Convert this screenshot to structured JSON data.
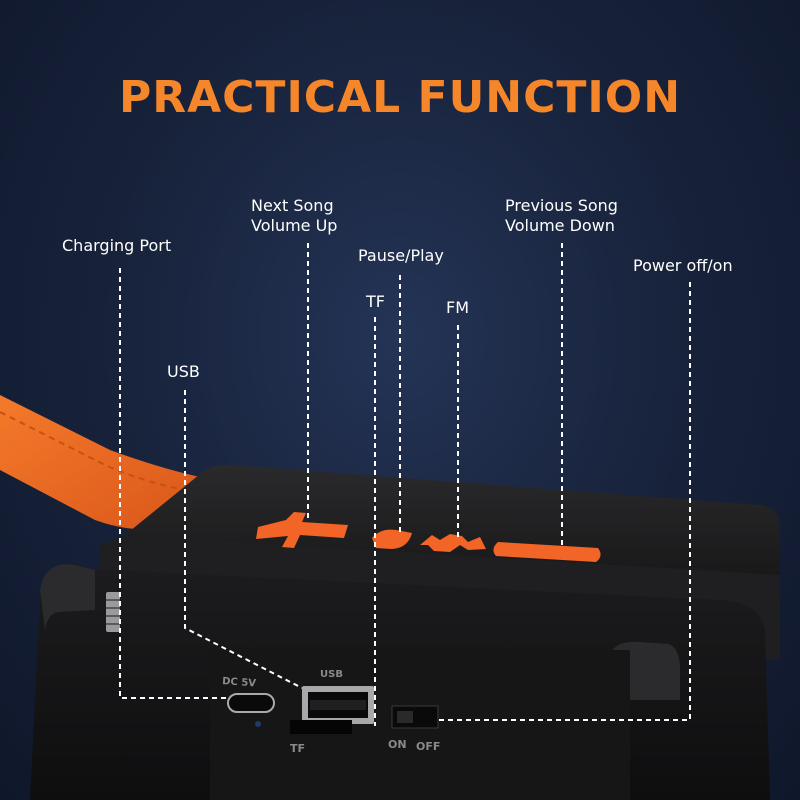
{
  "headline": "PRACTICAL FUNCTION",
  "callouts": {
    "charging_port": "Charging Port",
    "usb": "USB",
    "next_song": [
      "Next Song",
      "Volume Up"
    ],
    "pause_play": "Pause/Play",
    "tf": "TF",
    "fm": "FM",
    "previous_song": [
      "Previous Song",
      "Volume Down"
    ],
    "power": "Power off/on"
  },
  "device_markings": {
    "dc_label": "DC 5V",
    "usb_label": "USB",
    "tf_label": "TF",
    "on_label": "ON",
    "off_label": "OFF"
  },
  "colors": {
    "accent": "#f5862a",
    "strap": "#f06a1e",
    "buttons": "#f26526",
    "body": "#1b1b1d"
  },
  "icons": [
    "plus-button-icon",
    "play-pause-button-icon",
    "fm-button-icon",
    "minus-button-icon"
  ]
}
